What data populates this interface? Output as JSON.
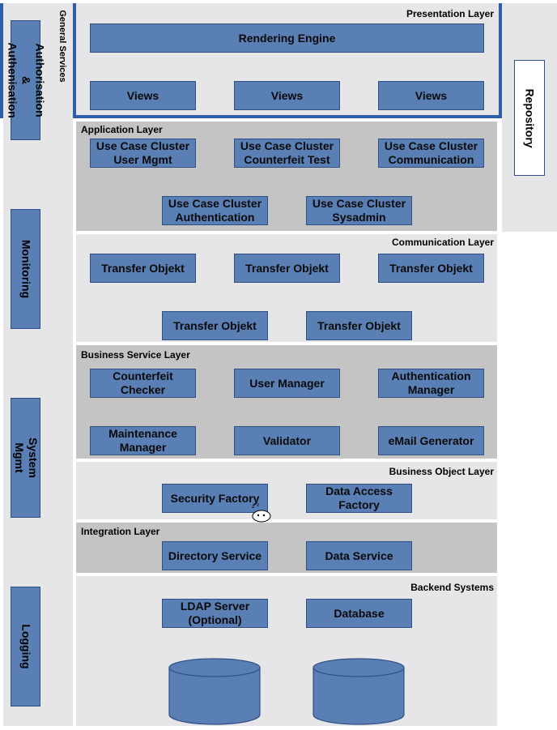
{
  "left_column": {
    "title": "General Services",
    "items": [
      {
        "label": "Authorisation &\nAuthenisation"
      },
      {
        "label": "Monitoring"
      },
      {
        "label": "System Mgmt"
      },
      {
        "label": "Logging"
      }
    ]
  },
  "repository": {
    "label": "Repository"
  },
  "layers": {
    "presentation": {
      "title": "Presentation Layer",
      "rendering_engine": "Rendering Engine",
      "views": [
        "Views",
        "Views",
        "Views"
      ]
    },
    "application": {
      "title": "Application Layer",
      "boxes": [
        "Use Case Cluster\nUser Mgmt",
        "Use Case Cluster\nCounterfeit Test",
        "Use Case Cluster\nCommunication",
        "Use Case Cluster\nAuthentication",
        "Use Case Cluster\nSysadmin"
      ]
    },
    "communication": {
      "title": "Communication Layer",
      "boxes": [
        "Transfer Objekt",
        "Transfer Objekt",
        "Transfer Objekt",
        "Transfer Objekt",
        "Transfer Objekt"
      ]
    },
    "business_service": {
      "title": "Business Service Layer",
      "boxes": [
        "Counterfeit\nChecker",
        "User Manager",
        "Authentication\nManager",
        "Maintenance\nManager",
        "Validator",
        "eMail Generator"
      ]
    },
    "business_object": {
      "title": "Business Object Layer",
      "boxes": [
        "Security Factory",
        "Data Access\nFactory"
      ]
    },
    "integration": {
      "title": "Integration Layer",
      "boxes": [
        "Directory Service",
        "Data Service"
      ]
    },
    "backend": {
      "title": "Backend Systems",
      "boxes": [
        "LDAP Server\n(Optional)",
        "Database"
      ]
    }
  },
  "colors": {
    "box_fill": "#5a7fb5",
    "box_border": "#2f4f86",
    "panel_light": "#e6e6e8",
    "panel_dark": "#c4c4c4",
    "accent_edge": "#2f5ea8"
  }
}
